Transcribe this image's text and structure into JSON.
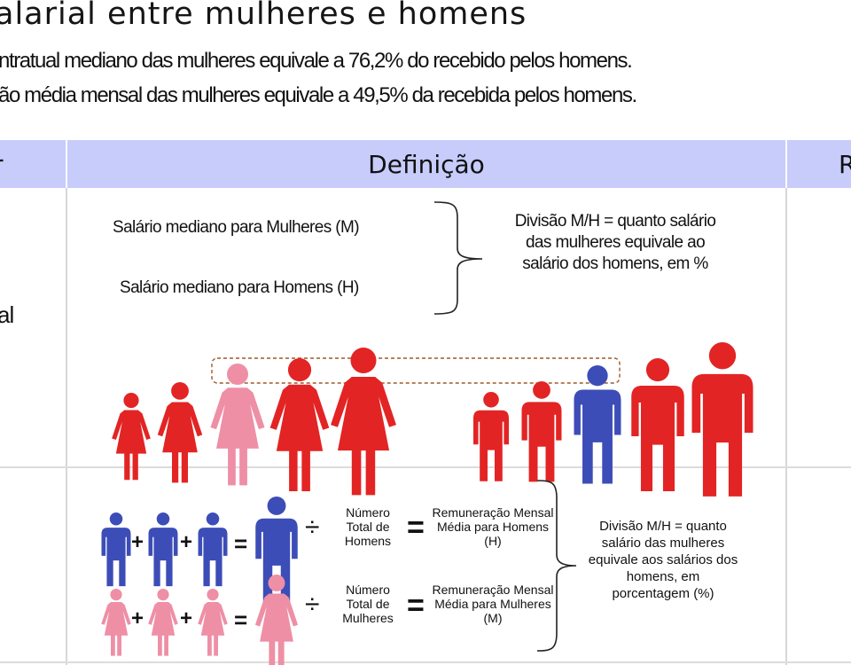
{
  "header": {
    "title": "alarial entre mulheres e homens",
    "subtitle1": "ntratual mediano das mulheres equivale a 76,2% do recebido pelos homens.",
    "subtitle2": "ão média mensal das mulheres equivale a 49,5% da recebida pelos homens."
  },
  "table": {
    "col_left": "r",
    "col_mid": "Definição",
    "col_right": "R",
    "row1_left_label": "al"
  },
  "row1": {
    "label_m": "Salário mediano para Mulheres (M)",
    "label_h": "Salário mediano para Homens (H)",
    "division": "Divisão M/H = quanto salário das mulheres equivale ao salário dos homens, em %"
  },
  "row2": {
    "plus": "+",
    "equals": "=",
    "divide": "÷",
    "bigeq": "=",
    "num_homens": "Número Total de Homens",
    "rem_homens": "Remuneração Mensal Média para Homens (H)",
    "num_mulheres": "Número Total de Mulheres",
    "rem_mulheres": "Remuneração Mensal Média para Mulheres (M)",
    "division_l1": "Divisão M/H = quanto salário das mulheres equivale aos salários dos",
    "division_l2": "homens, em porcentagem (%)"
  },
  "icons": {
    "red": "#e32424",
    "pink": "#ee8fa6",
    "blue": "#3d4db7",
    "bracket": "#222222",
    "dashed": "#9b5a2a"
  }
}
